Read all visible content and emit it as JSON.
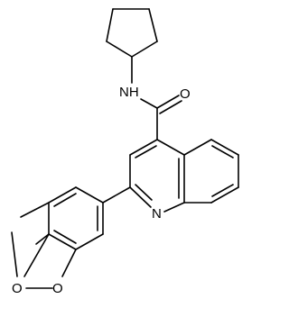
{
  "molecule": {
    "atoms": {
      "nh": "NH",
      "o_carbonyl": "O",
      "n_ring": "N",
      "o_dioxole_top": "O",
      "o_dioxole_bottom": "O"
    }
  },
  "colors": {
    "bond": "#000000",
    "label": "#000000",
    "background": "#ffffff"
  }
}
